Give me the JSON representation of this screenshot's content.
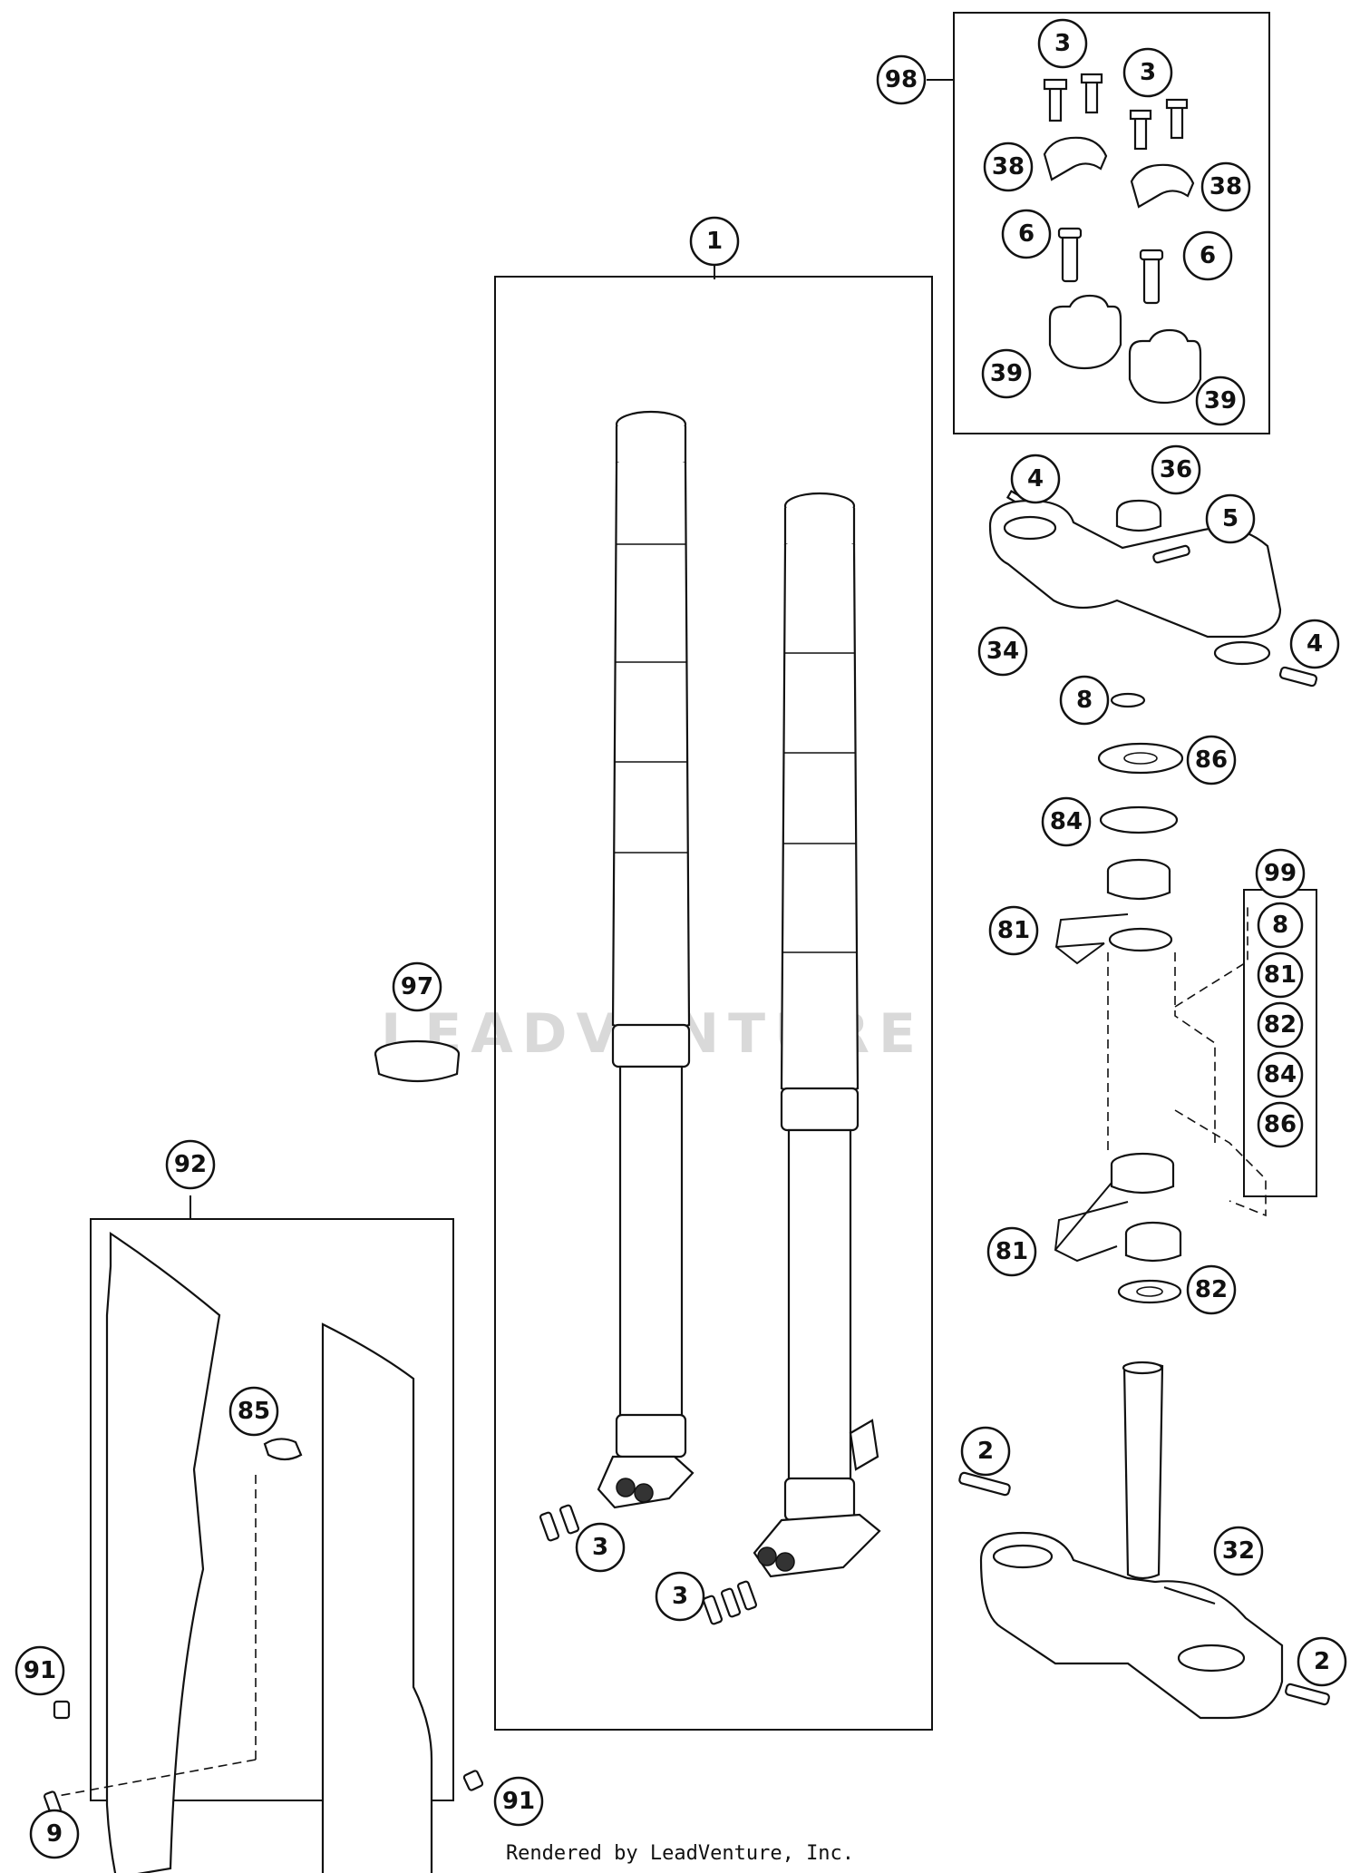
{
  "watermark": "LEADVENTURE",
  "footer": "Rendered by LeadVenture, Inc.",
  "callouts": {
    "c1": "1",
    "c2a": "2",
    "c2b": "2",
    "c3_top1": "3",
    "c3_top2": "3",
    "c3_fork1": "3",
    "c3_fork2": "3",
    "c4a": "4",
    "c4b": "4",
    "c5": "5",
    "c6a": "6",
    "c6b": "6",
    "c8": "8",
    "c9": "9",
    "c32": "32",
    "c34": "34",
    "c36": "36",
    "c38a": "38",
    "c38b": "38",
    "c39a": "39",
    "c39b": "39",
    "c81a": "81",
    "c81b": "81",
    "c82": "82",
    "c84": "84",
    "c85": "85",
    "c86": "86",
    "c91a": "91",
    "c91b": "91",
    "c92": "92",
    "c97": "97",
    "c98": "98",
    "c99": "99"
  },
  "kit99_items": [
    "8",
    "81",
    "82",
    "84",
    "86"
  ]
}
